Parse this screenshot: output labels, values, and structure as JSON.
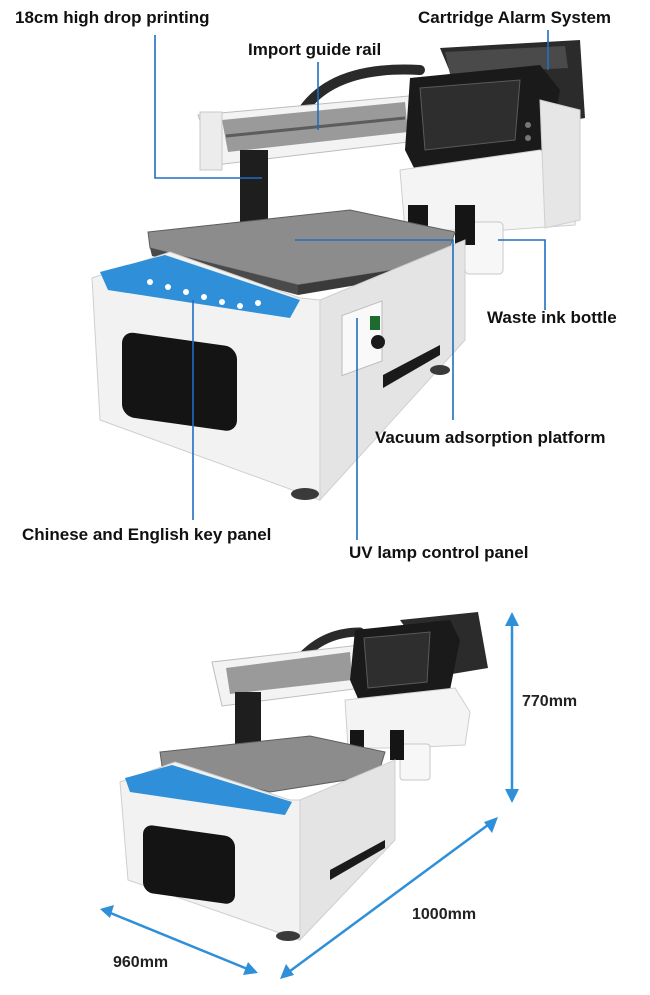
{
  "callouts": {
    "drop_printing": "18cm high drop printing",
    "cartridge_alarm": "Cartridge Alarm System",
    "guide_rail": "Import guide rail",
    "waste_ink": "Waste ink bottle",
    "vacuum_platform": "Vacuum adsorption platform",
    "key_panel": "Chinese and English key panel",
    "uv_lamp_panel": "UV lamp control panel"
  },
  "dimensions": {
    "height": "770mm",
    "length": "1000mm",
    "width": "960mm"
  },
  "colors": {
    "accent_blue": "#2f8fd8",
    "body_white": "#f2f2f2",
    "head_black": "#1b1b1b",
    "leader_line": "#1f6fbf"
  }
}
